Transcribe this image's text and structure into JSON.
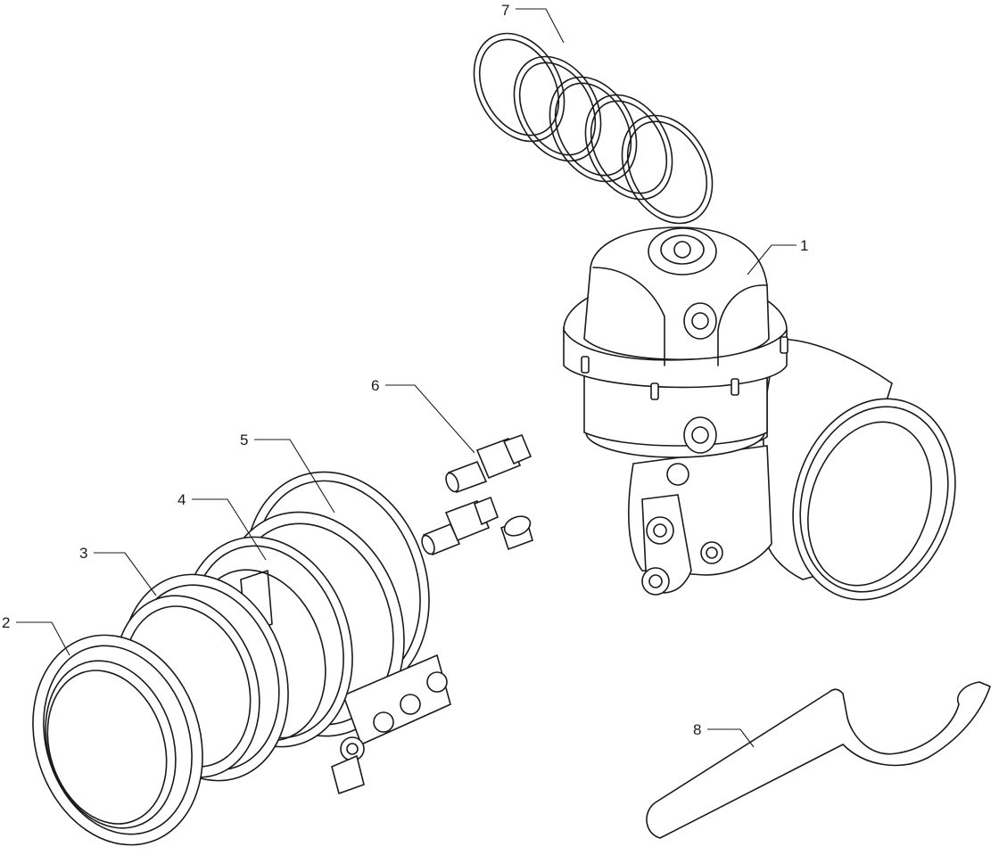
{
  "diagram": {
    "type": "exploded-assembly",
    "callouts": [
      {
        "id": "1",
        "label": "1"
      },
      {
        "id": "2",
        "label": "2"
      },
      {
        "id": "3",
        "label": "3"
      },
      {
        "id": "4",
        "label": "4"
      },
      {
        "id": "5",
        "label": "5"
      },
      {
        "id": "6",
        "label": "6"
      },
      {
        "id": "7",
        "label": "7"
      },
      {
        "id": "8",
        "label": "8"
      }
    ]
  }
}
